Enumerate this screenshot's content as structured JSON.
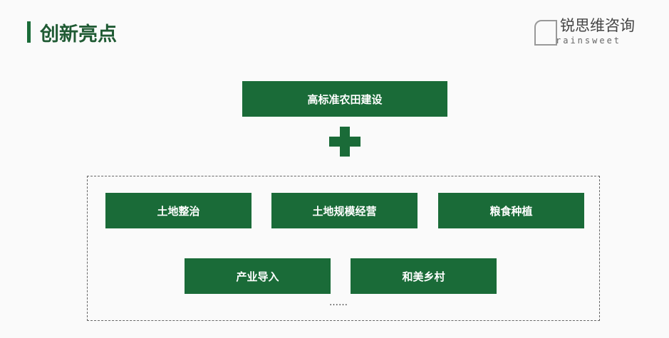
{
  "header": {
    "title": "创新亮点"
  },
  "logo": {
    "cn": "锐思维咨询",
    "en": "rainsweet"
  },
  "top_box": "高标准农田建设",
  "boxes": [
    "土地整治",
    "土地规模经营",
    "粮食种植",
    "产业导入",
    "和美乡村"
  ],
  "ellipsis": "……",
  "colors": {
    "accent": "#1a6b38"
  }
}
